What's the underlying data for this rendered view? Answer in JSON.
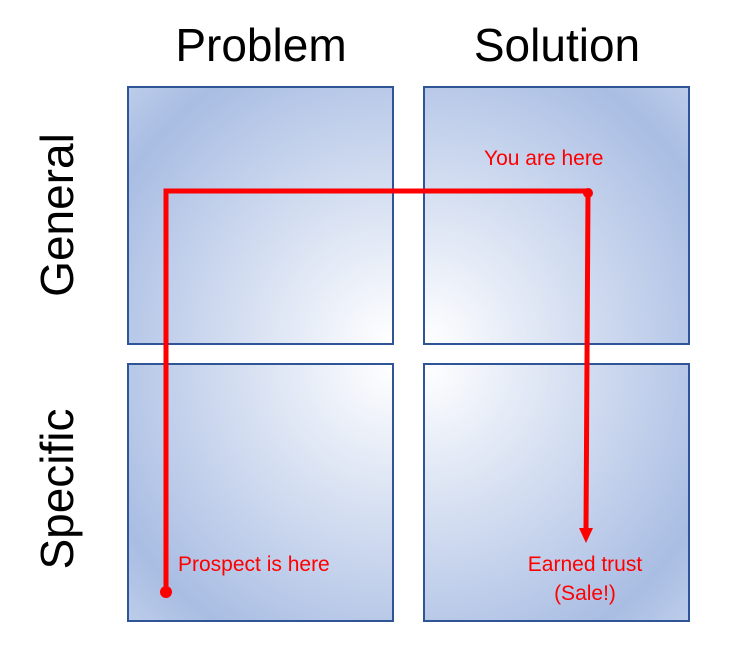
{
  "columns": {
    "problem": "Problem",
    "solution": "Solution"
  },
  "rows": {
    "general": "General",
    "specific": "Specific"
  },
  "labels": {
    "you_are_here": "You are here",
    "prospect_is_here": "Prospect is here",
    "earned_trust": "Earned trust",
    "sale": "(Sale!)"
  },
  "colors": {
    "path": "#ff0000",
    "border": "#2f5597",
    "fill": "#a9bde3"
  }
}
